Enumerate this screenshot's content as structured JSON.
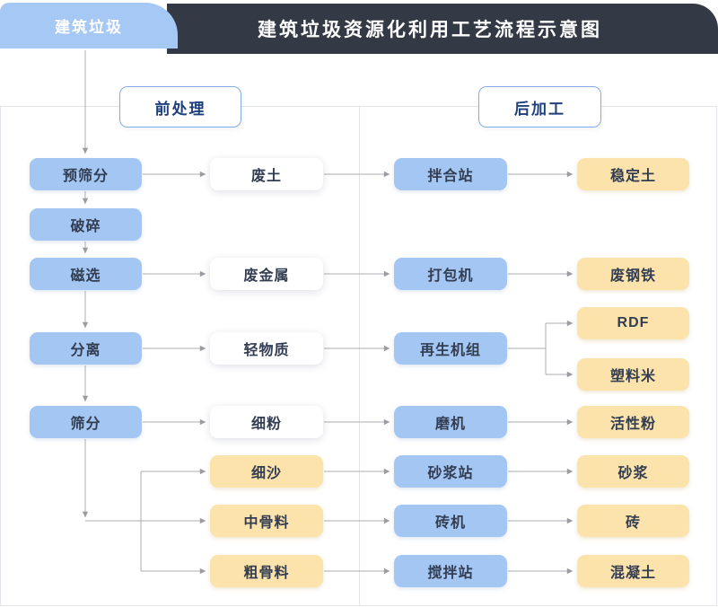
{
  "header": {
    "source_box": "建筑垃圾",
    "title": "建筑垃圾资源化利用工艺流程示意图"
  },
  "sections": {
    "pre_label": "前处理",
    "post_label": "后加工"
  },
  "columns": {
    "process": [
      "预筛分",
      "破碎",
      "磁选",
      "分离",
      "筛分"
    ],
    "outputs": [
      "废土",
      "废金属",
      "轻物质",
      "细粉",
      "细沙",
      "中骨料",
      "粗骨料"
    ],
    "equipment": [
      "拌合站",
      "打包机",
      "再生机组",
      "磨机",
      "砂浆站",
      "砖机",
      "搅拌站"
    ],
    "products": [
      "稳定土",
      "废钢铁",
      "RDF",
      "塑料米",
      "活性粉",
      "砂浆",
      "砖",
      "混凝土"
    ]
  },
  "edges": [
    [
      "建筑垃圾",
      "预筛分"
    ],
    [
      "预筛分",
      "破碎"
    ],
    [
      "破碎",
      "磁选"
    ],
    [
      "磁选",
      "分离"
    ],
    [
      "分离",
      "筛分"
    ],
    [
      "预筛分",
      "废土"
    ],
    [
      "磁选",
      "废金属"
    ],
    [
      "分离",
      "轻物质"
    ],
    [
      "筛分",
      "细粉"
    ],
    [
      "筛分",
      "细沙"
    ],
    [
      "筛分",
      "中骨料"
    ],
    [
      "筛分",
      "粗骨料"
    ],
    [
      "废土",
      "拌合站"
    ],
    [
      "废金属",
      "打包机"
    ],
    [
      "轻物质",
      "再生机组"
    ],
    [
      "细粉",
      "磨机"
    ],
    [
      "细沙",
      "砂浆站"
    ],
    [
      "中骨料",
      "砖机"
    ],
    [
      "粗骨料",
      "搅拌站"
    ],
    [
      "拌合站",
      "稳定土"
    ],
    [
      "打包机",
      "废钢铁"
    ],
    [
      "再生机组",
      "RDF"
    ],
    [
      "再生机组",
      "塑料米"
    ],
    [
      "磨机",
      "活性粉"
    ],
    [
      "砂浆站",
      "砂浆"
    ],
    [
      "砖机",
      "砖"
    ],
    [
      "搅拌站",
      "混凝土"
    ]
  ],
  "colors": {
    "accent_blue": "#a4c6f2",
    "accent_yellow": "#fbe3ab",
    "header_dark": "#333945",
    "section_text_blue": "#1d3f7b",
    "node_text": "#323d52",
    "line_gray": "#a5a7ac",
    "panel_border": "#e2e5ef"
  }
}
